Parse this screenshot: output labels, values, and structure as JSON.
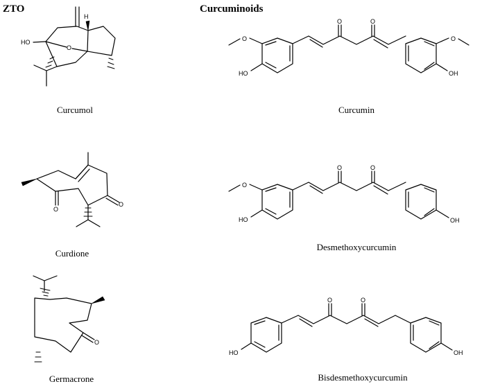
{
  "groups": {
    "zto": {
      "title": "ZTO"
    },
    "curcuminoids": {
      "title": "Curcuminoids"
    }
  },
  "compounds": {
    "curcumol": {
      "name": "Curcumol"
    },
    "curdione": {
      "name": "Curdione"
    },
    "germacrone": {
      "name": "Germacrone"
    },
    "curcumin": {
      "name": "Curcumin"
    },
    "desmethoxycurcumin": {
      "name": "Desmethoxycurcumin"
    },
    "bisdesmethoxycurcumin": {
      "name": "Bisdesmethoxycurcumin"
    }
  },
  "atom_labels": {
    "ho": "HO",
    "oh": "OH",
    "o": "O"
  }
}
